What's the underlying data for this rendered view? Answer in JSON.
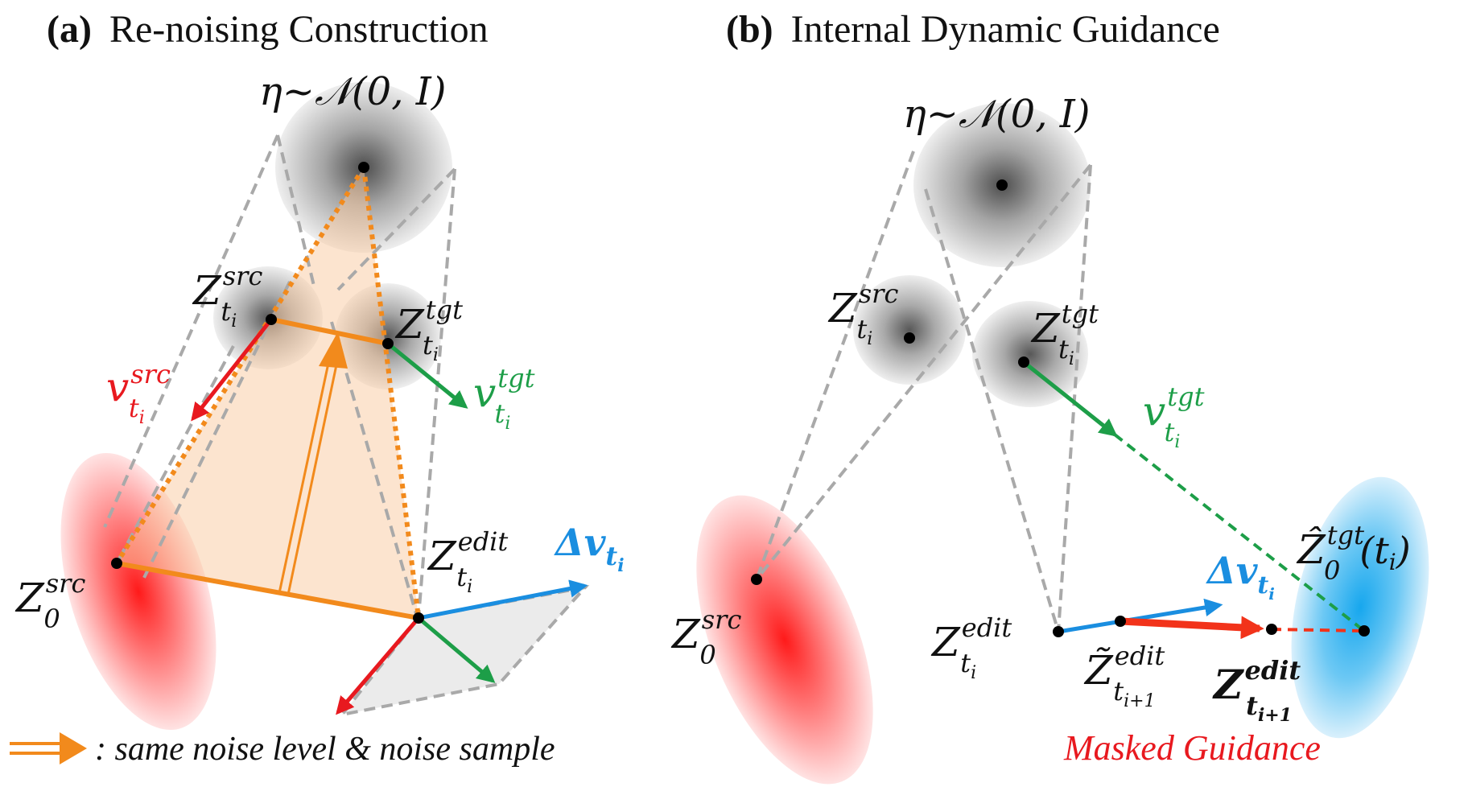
{
  "panel_a": {
    "tag": "(a)",
    "title": "Re-noising Construction",
    "noise": "η~𝒩(0, I)",
    "labels": {
      "z_src_t": {
        "base": "Z",
        "sup": "src",
        "sub": "t",
        "subsub": "i"
      },
      "z_tgt_t": {
        "base": "Z",
        "sup": "tgt",
        "sub": "t",
        "subsub": "i"
      },
      "v_src": {
        "base": "v",
        "sup": "src",
        "sub": "t",
        "subsub": "i"
      },
      "v_tgt": {
        "base": "v",
        "sup": "tgt",
        "sub": "t",
        "subsub": "i"
      },
      "z_src_0": {
        "base": "Z",
        "sup": "src",
        "sub": "0"
      },
      "z_edit_t": {
        "base": "Z",
        "sup": "edit",
        "sub": "t",
        "subsub": "i"
      },
      "delta_v": {
        "base": "Δv",
        "sub": "t",
        "subsub": "i"
      }
    },
    "legend": ": same noise level & noise sample"
  },
  "panel_b": {
    "tag": "(b)",
    "title": "Internal Dynamic Guidance",
    "noise": "η~𝒩(0, I)",
    "labels": {
      "z_src_t": {
        "base": "Z",
        "sup": "src",
        "sub": "t",
        "subsub": "i"
      },
      "z_tgt_t": {
        "base": "Z",
        "sup": "tgt",
        "sub": "t",
        "subsub": "i"
      },
      "v_tgt": {
        "base": "v",
        "sup": "tgt",
        "sub": "t",
        "subsub": "i"
      },
      "z_hat_tgt": {
        "base": "Ẑ",
        "sup": "tgt",
        "sub": "0",
        "suffix": "(t",
        "suffixsub": "i",
        "suffixend": ")"
      },
      "delta_v": {
        "base": "Δv",
        "sub": "t",
        "subsub": "i"
      },
      "z_src_0": {
        "base": "Z",
        "sup": "src",
        "sub": "0"
      },
      "z_edit_t": {
        "base": "Z",
        "sup": "edit",
        "sub": "t",
        "subsub": "i"
      },
      "z_tilde_edit": {
        "base": "Z̃",
        "sup": "edit",
        "sub": "t",
        "subsub": "i+1"
      },
      "z_edit_next": {
        "base": "Z",
        "sup": "edit",
        "sub": "t",
        "subsub": "i+1"
      }
    },
    "caption": "Masked Guidance"
  },
  "colors": {
    "orange": "#f28a1c",
    "red": "#e8191f",
    "green": "#1d9e48",
    "blue": "#1a8ee0",
    "gray_dash": "#a9a9a9"
  }
}
